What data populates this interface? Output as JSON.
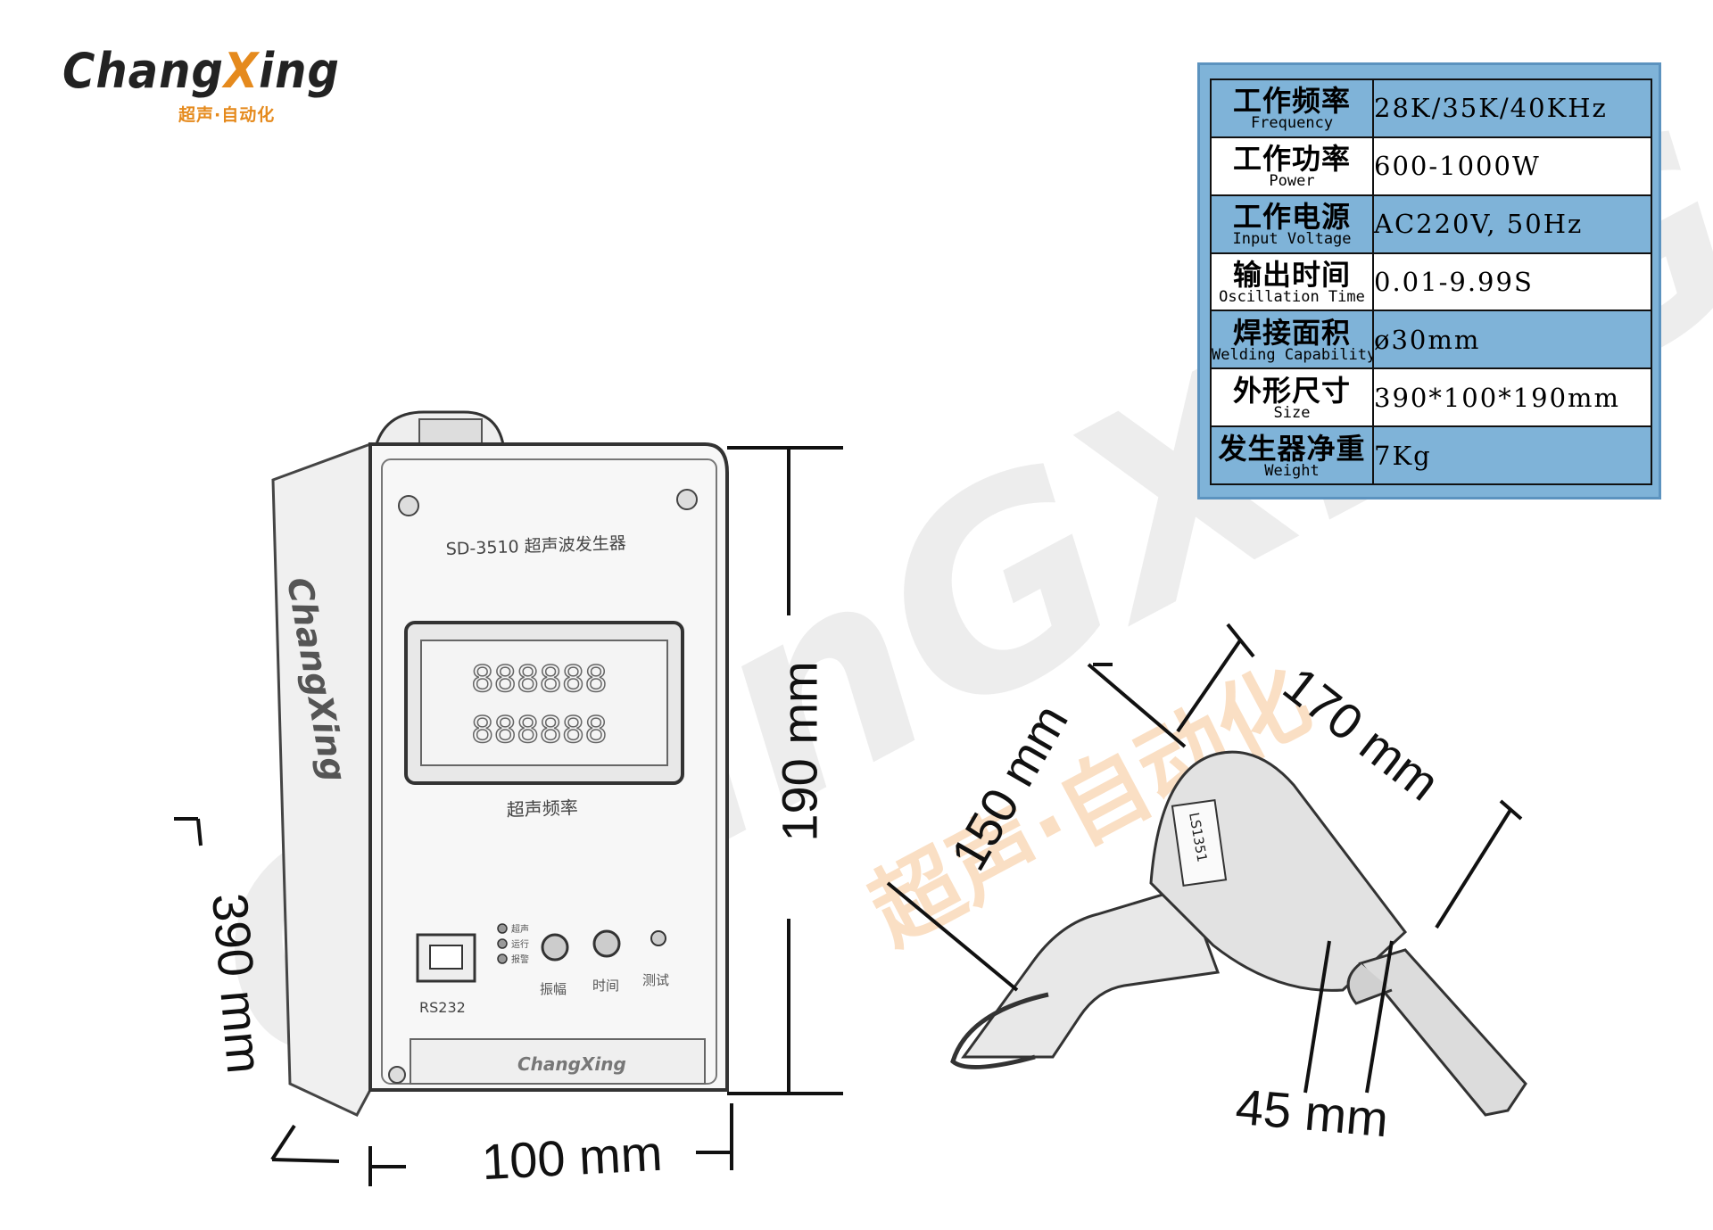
{
  "brand": {
    "logo_text": "ChangXing",
    "logo_subtitle": "超声·自动化",
    "accent_color": "#e58a1d"
  },
  "spec_table": {
    "frame_color": "#7fb3d8",
    "rows": [
      {
        "label_zh": "工作频率",
        "label_en": "Frequency",
        "value": "28K/35K/40KHz"
      },
      {
        "label_zh": "工作功率",
        "label_en": "Power",
        "value": "600-1000W"
      },
      {
        "label_zh": "工作电源",
        "label_en": "Input Voltage",
        "value": "AC220V, 50Hz"
      },
      {
        "label_zh": "输出时间",
        "label_en": "Oscillation Time",
        "value": "0.01-9.99S"
      },
      {
        "label_zh": "焊接面积",
        "label_en": "Welding Capability(mm)",
        "value": "ø30mm"
      },
      {
        "label_zh": "外形尺寸",
        "label_en": "Size",
        "value": "390*100*190mm"
      },
      {
        "label_zh": "发生器净重",
        "label_en": "Weight",
        "value": "7Kg"
      }
    ]
  },
  "generator": {
    "model_label": "SD-3510 超声波发生器",
    "display_digits_top": "888888",
    "display_digits_bottom": "888888",
    "freq_label": "超声频率",
    "port_label": "RS232",
    "indicators": [
      "超声",
      "运行",
      "报警"
    ],
    "knob_labels": [
      "振幅",
      "时间",
      "测试"
    ],
    "side_brand": "ChangXing",
    "bottom_brand": "ChangXing"
  },
  "dimensions": {
    "height": "190 mm",
    "depth": "390 mm",
    "width": "100 mm",
    "gun_height": "150 mm",
    "gun_length": "170 mm",
    "gun_diameter": "45 mm"
  },
  "gun": {
    "tag_label": "LS1351"
  },
  "watermark": {
    "text": "ChanGXinG",
    "sub": "超声·自动化"
  }
}
